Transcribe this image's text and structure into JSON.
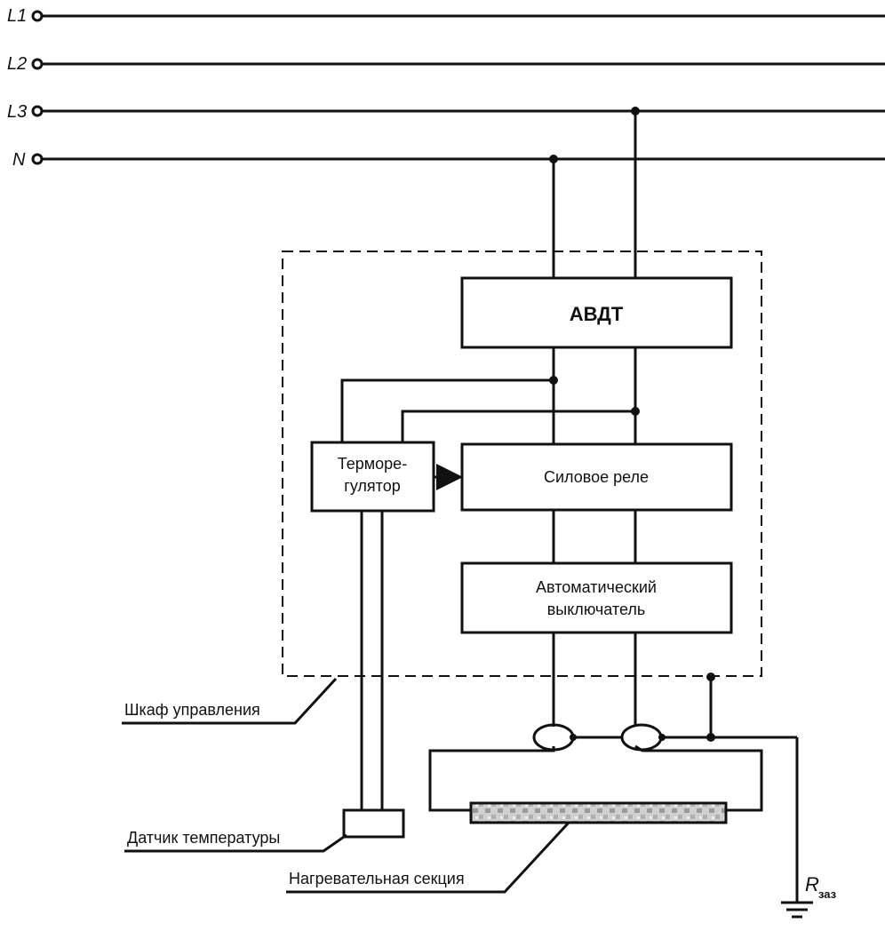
{
  "buses": [
    {
      "label": "L1"
    },
    {
      "label": "L2"
    },
    {
      "label": "L3"
    },
    {
      "label": "N"
    }
  ],
  "blocks": {
    "avdt": "АВДТ",
    "thermoregulator": [
      "Терморе-",
      "гулятор"
    ],
    "power_relay": "Силовое реле",
    "circuit_breaker": [
      "Автоматический",
      "выключатель"
    ]
  },
  "labels": {
    "cabinet": "Шкаф управления",
    "temp_sensor": "Датчик температуры",
    "heating_section": "Нагревательная секция",
    "ground_resistance_main": "R",
    "ground_resistance_sub": "заз"
  },
  "colors": {
    "ink": "#111111",
    "background": "#ffffff",
    "heater_fill": "#c8c8c8"
  }
}
